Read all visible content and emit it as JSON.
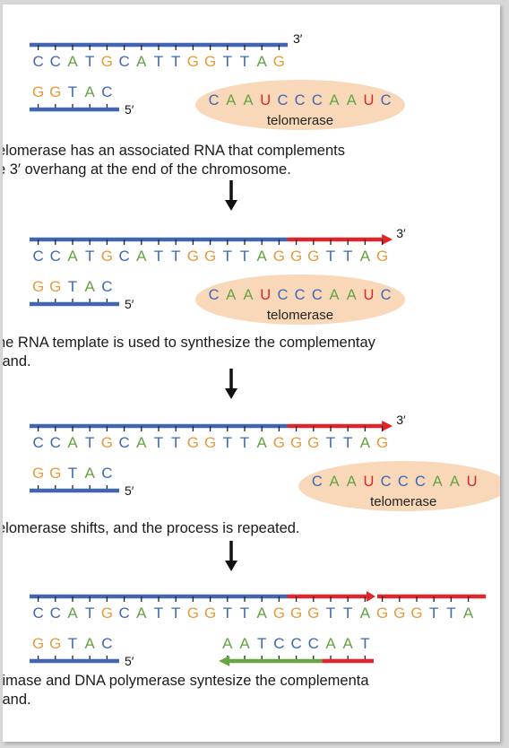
{
  "colors": {
    "blue_strand": "#4266b2",
    "red_strand": "#e2252b",
    "green_strand": "#6aa544",
    "tick": "#222222",
    "telomerase_fill": "#f8d8b8",
    "arrow": "#111111",
    "base_C": "#3f67b3",
    "base_A": "#64a244",
    "base_T": "#3f67b3",
    "base_G": "#e69a3a",
    "base_U": "#d8262a"
  },
  "icons": [
    "down-arrow-icon"
  ],
  "panels": [
    {
      "top_seq": "CCATGCATTGGTTAG",
      "top_red_ext": 0,
      "top_label": "3′",
      "bottom_seq": "GGTAC",
      "bottom_label": "5′",
      "enzyme_seq": "CAAUCCCAAUC",
      "enzyme_label": "telomerase",
      "enzyme_shift": 0
    },
    {
      "top_seq": "CCATGCATTGGTTAGGGTTAG",
      "top_red_ext": 6,
      "top_label": "3′",
      "bottom_seq": "GGTAC",
      "bottom_label": "5′",
      "enzyme_seq": "CAAUCCCAAUC",
      "enzyme_label": "telomerase",
      "enzyme_shift": 0
    },
    {
      "top_seq": "CCATGCATTGGTTAGGGTTAG",
      "top_red_ext": 6,
      "top_label": "3′",
      "bottom_seq": "GGTAC",
      "bottom_label": "5′",
      "enzyme_seq": "CAAUCCCAAU",
      "enzyme_label": "telomerase",
      "enzyme_shift": 6
    },
    {
      "top_seq": "CCATGCATTGGTTAGGGTTAGGGTTA",
      "top_red_ext": 11,
      "top_label": "",
      "bottom_seq": "GGTAC",
      "bottom_label": "5′",
      "primer_seq": "AATCCCAAT"
    }
  ],
  "captions": [
    {
      "line1": "elomerase has an associated RNA that complements",
      "line2": "e 3′ overhang at the end of the chromosome."
    },
    {
      "line1": "he RNA template is used to synthesize the complementay",
      "line2": "rand."
    },
    {
      "line1": "elomerase shifts, and the process is repeated.",
      "line2": ""
    },
    {
      "line1": "rimase and DNA polymerase syntesize the complementa",
      "line2": "rand."
    }
  ]
}
